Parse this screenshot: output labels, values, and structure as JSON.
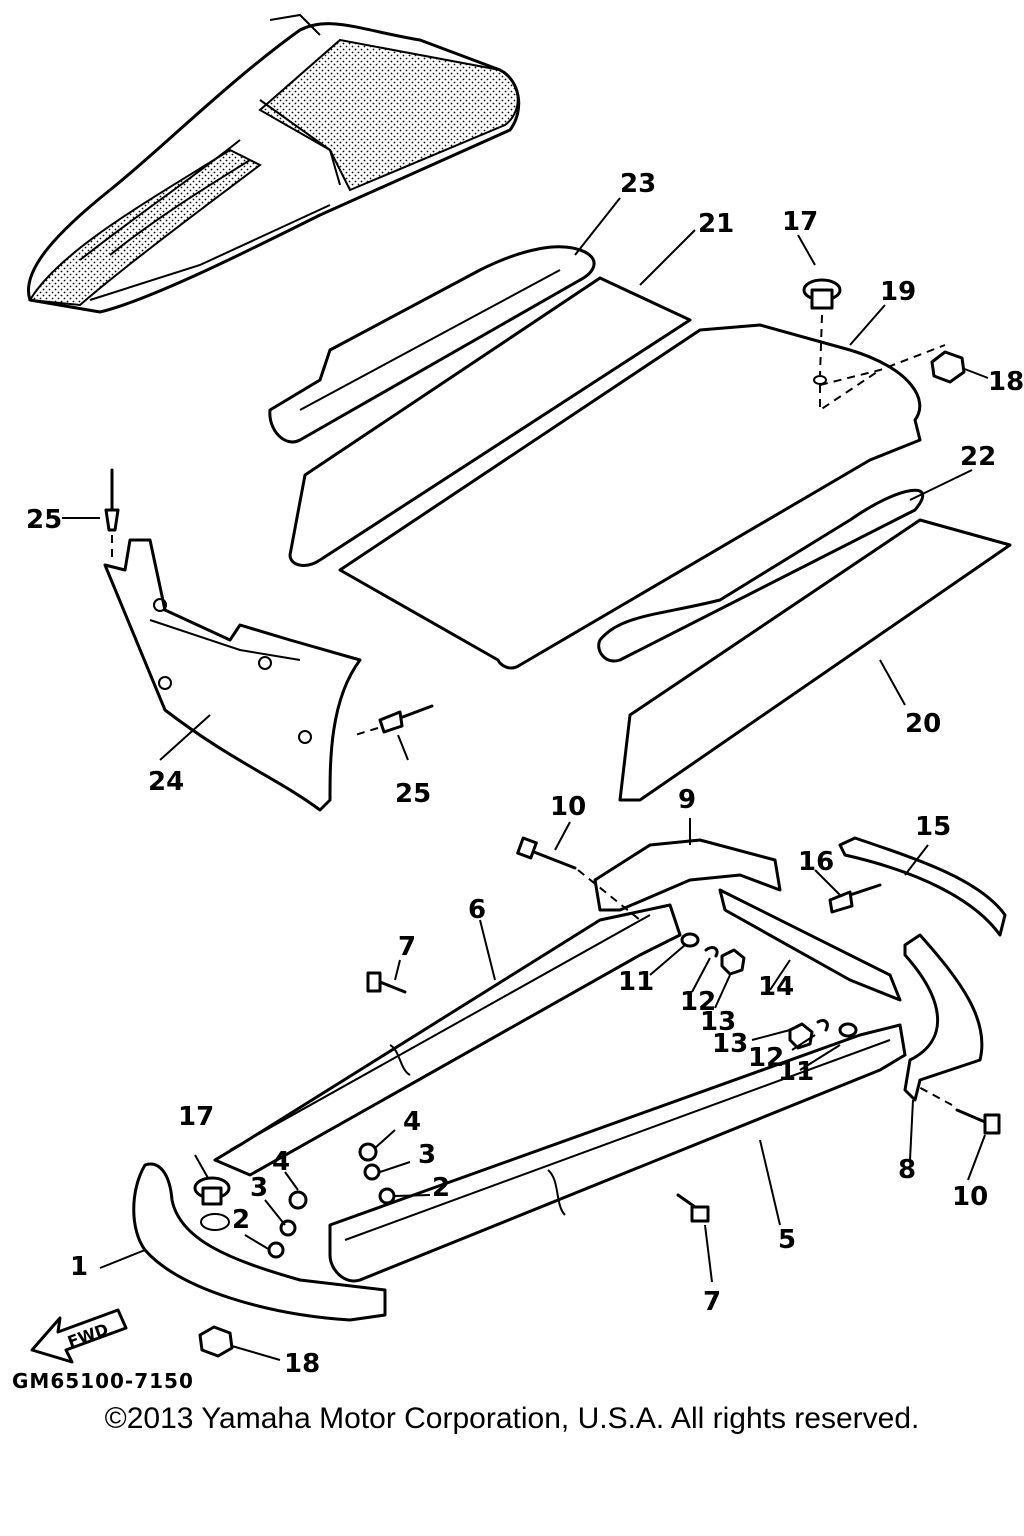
{
  "diagram": {
    "part_labels": [
      "1",
      "2",
      "2",
      "3",
      "3",
      "4",
      "4",
      "5",
      "6",
      "7",
      "7",
      "8",
      "9",
      "10",
      "10",
      "11",
      "11",
      "12",
      "12",
      "13",
      "13",
      "14",
      "15",
      "16",
      "17",
      "17",
      "18",
      "18",
      "19",
      "20",
      "21",
      "22",
      "23",
      "24",
      "25",
      "25"
    ],
    "fwd_arrow_text": "FWD",
    "drawing_code": "GM65100-7150"
  },
  "footer": {
    "copyright": "©2013 Yamaha Motor Corporation, U.S.A. All rights reserved."
  }
}
